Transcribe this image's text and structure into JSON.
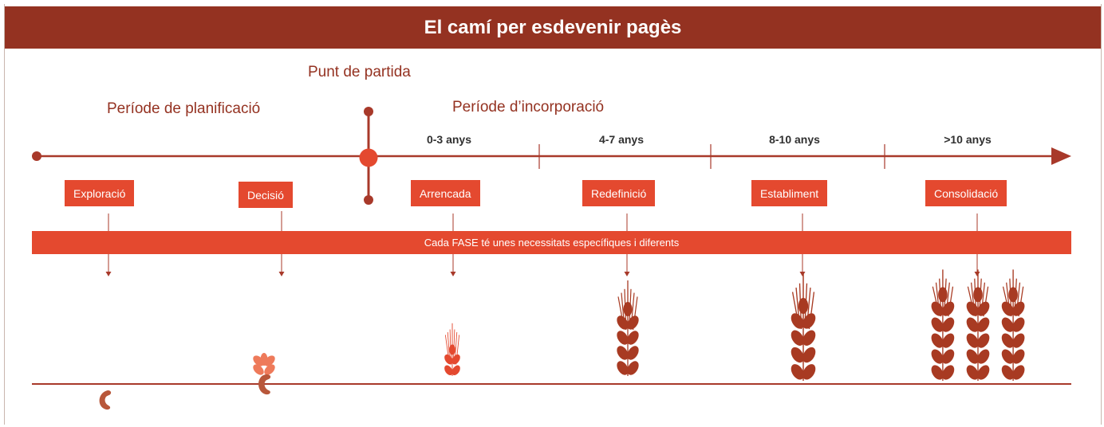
{
  "title": "El camí per esdevenir pagès",
  "labels": {
    "start_point": "Punt de partida",
    "planning_period": "Període de planificació",
    "incorporation_period": "Període d’incorporació"
  },
  "periods": [
    "0-3 anys",
    "4-7 anys",
    "8-10 anys",
    ">10 anys"
  ],
  "phases": [
    "Exploració",
    "Decisió",
    "Arrencada",
    "Redefinició",
    "Establiment",
    "Consolidació"
  ],
  "band_text": "Cada FASE té unes necessitats específiques i diferents",
  "icons": [
    "bean-seed-icon",
    "sprouting-seed-icon",
    "small-wheat-icon",
    "wheat-ear-icon",
    "tall-wheat-ear-icon",
    "wheat-bundle-icon"
  ],
  "colors": {
    "title_bg": "#943221",
    "accent": "#e4492f",
    "line": "#a8392a",
    "wheat_dark": "#a83a22",
    "sprout": "#ee7a5a"
  }
}
